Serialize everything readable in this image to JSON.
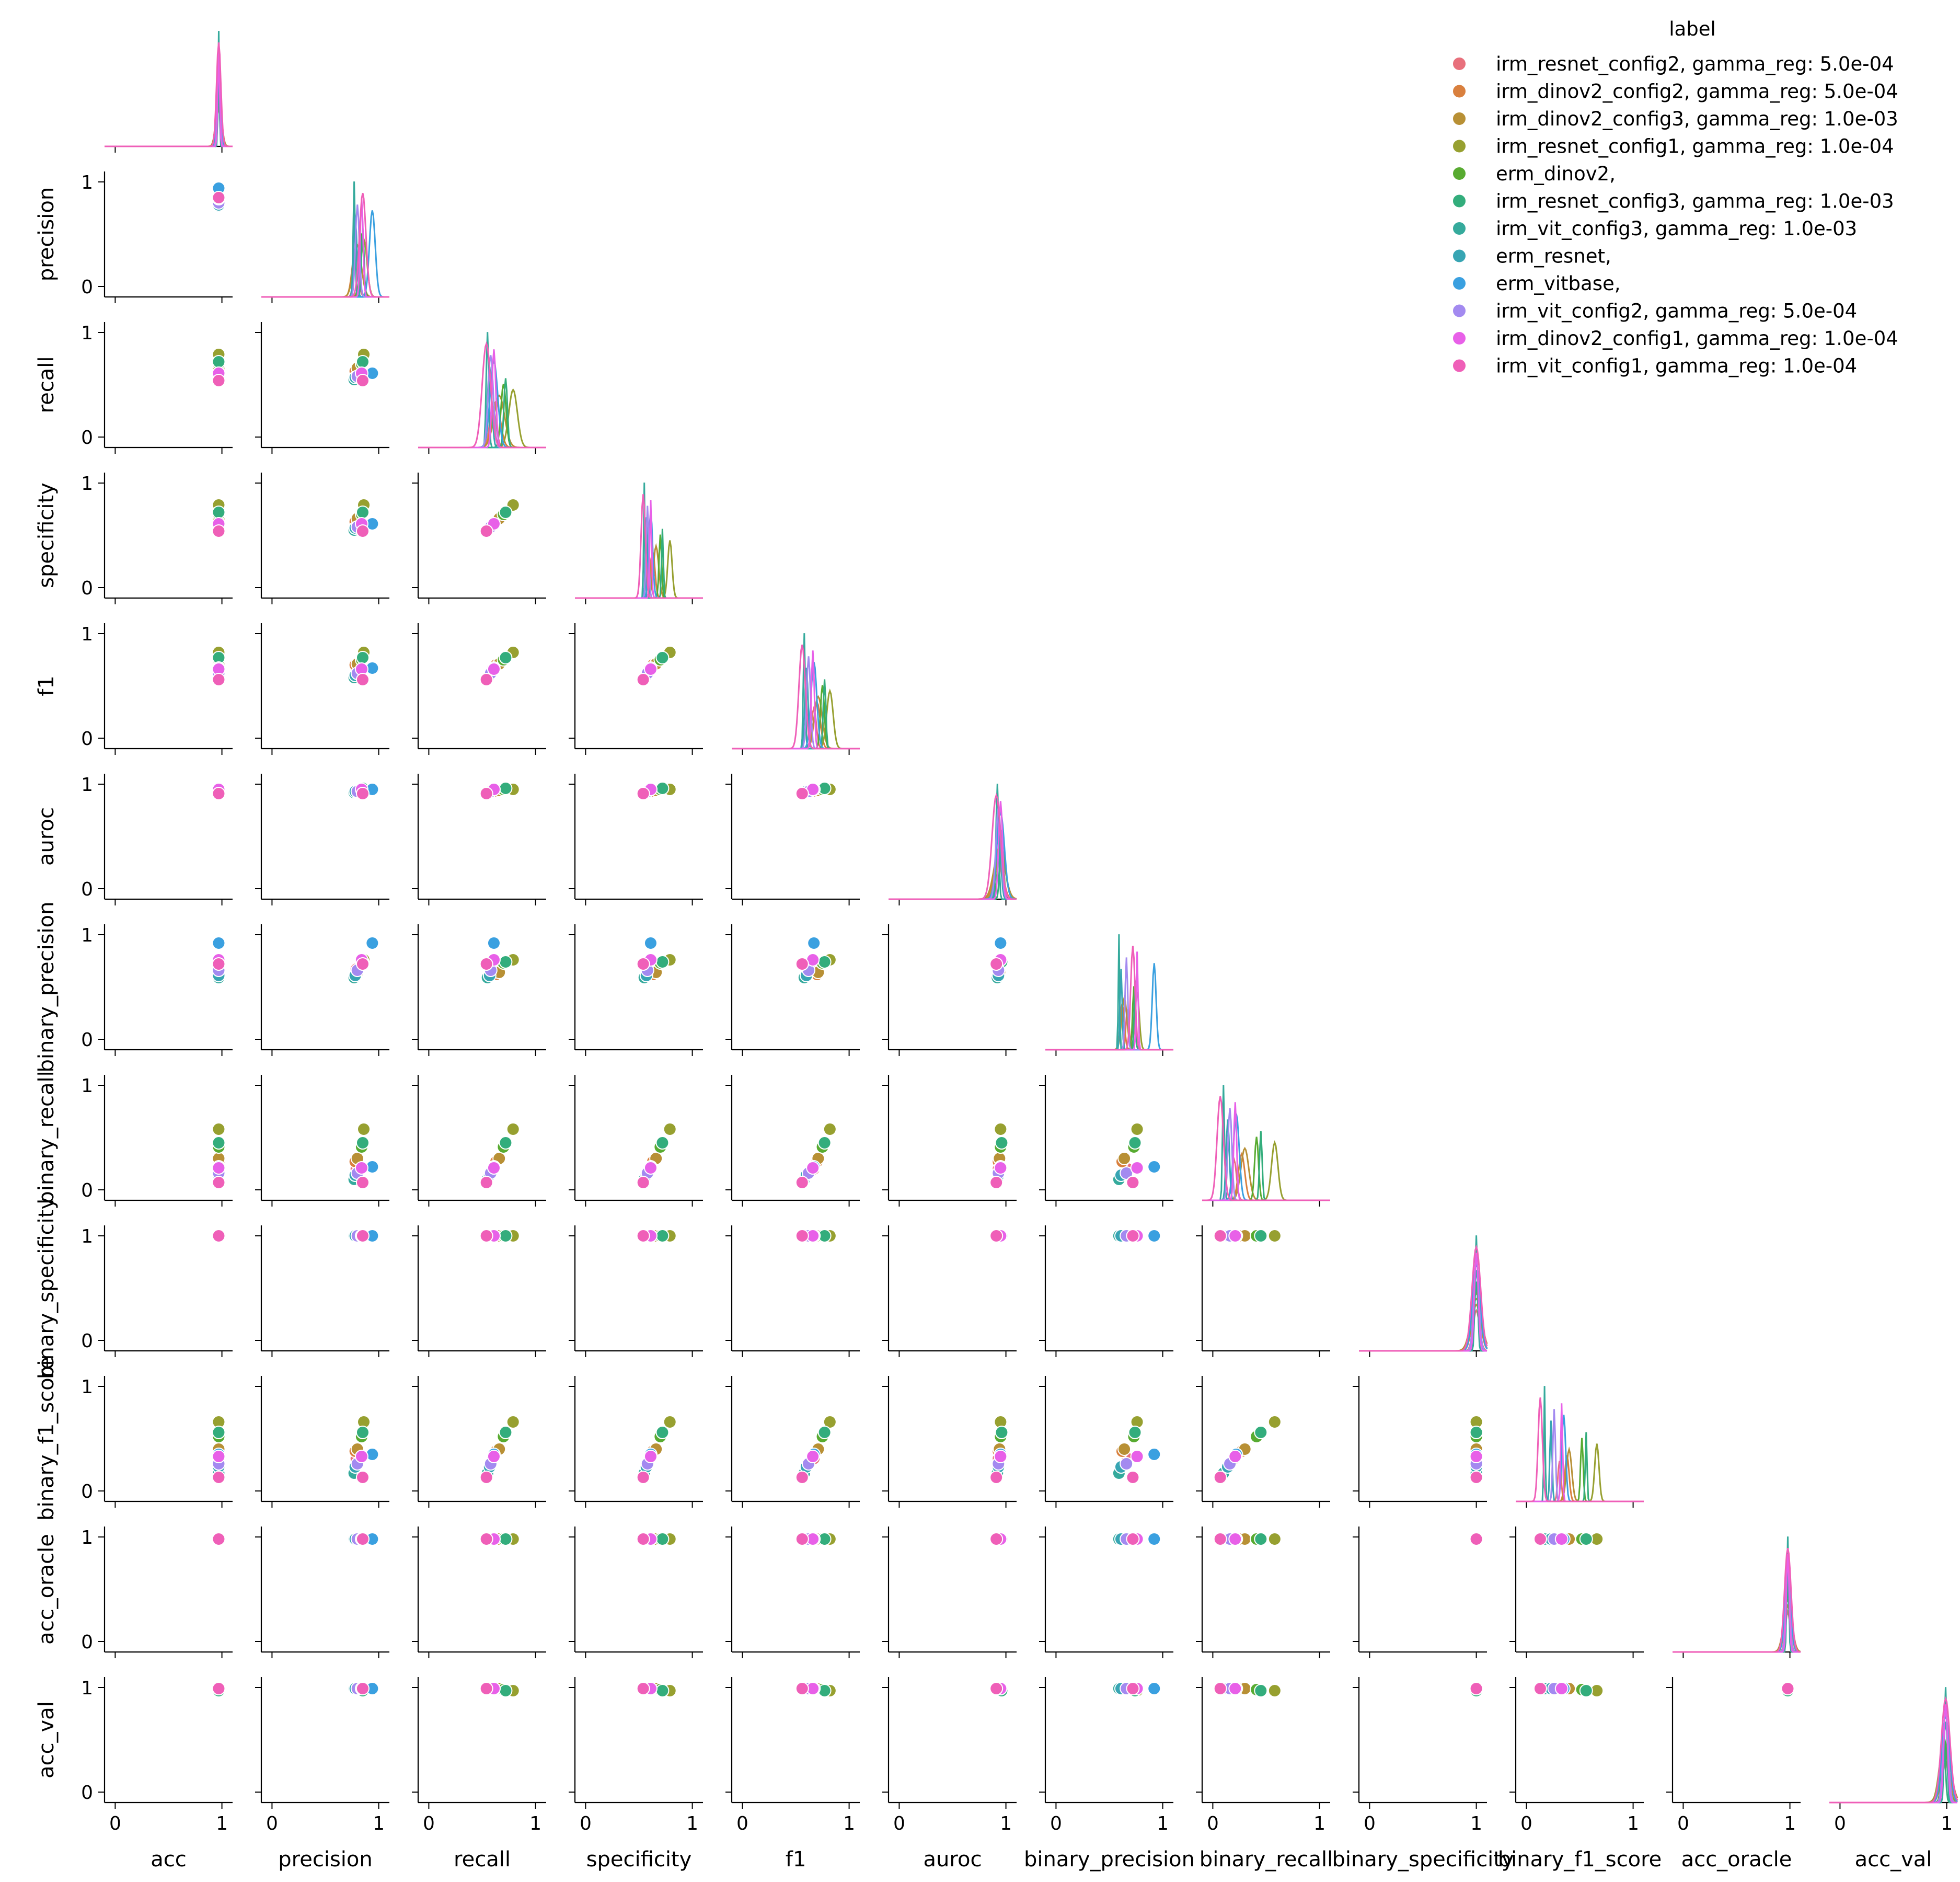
{
  "chart_data": {
    "type": "scatter",
    "variables": [
      "acc",
      "precision",
      "recall",
      "specificity",
      "f1",
      "auroc",
      "binary_precision",
      "binary_recall",
      "binary_specificity",
      "binary_f1_score",
      "acc_oracle",
      "acc_val"
    ],
    "ticks": [
      0,
      1
    ],
    "xlim": [
      -0.1,
      1.1
    ],
    "ylim": [
      -0.1,
      1.1
    ],
    "legend": {
      "title": "label",
      "placement": "top-right",
      "entries": [
        {
          "label": "irm_resnet_config2, gamma_reg: 5.0e-04",
          "color": "#e8707c"
        },
        {
          "label": "irm_dinov2_config2, gamma_reg: 5.0e-04",
          "color": "#d9803e"
        },
        {
          "label": "irm_dinov2_config3, gamma_reg: 1.0e-03",
          "color": "#b89035"
        },
        {
          "label": "irm_resnet_config1, gamma_reg: 1.0e-04",
          "color": "#97a030"
        },
        {
          "label": "erm_dinov2,",
          "color": "#58ab31"
        },
        {
          "label": "irm_resnet_config3, gamma_reg: 1.0e-03",
          "color": "#33ad7c"
        },
        {
          "label": "irm_vit_config3, gamma_reg: 1.0e-03",
          "color": "#35aa9c"
        },
        {
          "label": "erm_resnet,",
          "color": "#37a5b3"
        },
        {
          "label": "erm_vitbase,",
          "color": "#3aa0e0"
        },
        {
          "label": "irm_vit_config2, gamma_reg: 5.0e-04",
          "color": "#a38af0"
        },
        {
          "label": "irm_dinov2_config1, gamma_reg: 1.0e-04",
          "color": "#e860e8"
        },
        {
          "label": "irm_vit_config1, gamma_reg: 1.0e-04",
          "color": "#ef5fb8"
        }
      ]
    },
    "series": [
      {
        "name": "irm_resnet_config2, gamma_reg: 5.0e-04",
        "values": [
          0.97,
          0.79,
          0.6,
          0.6,
          0.67,
          0.93,
          0.67,
          0.2,
          1.0,
          0.31,
          0.98,
          0.99
        ]
      },
      {
        "name": "irm_dinov2_config2, gamma_reg: 5.0e-04",
        "values": [
          0.97,
          0.78,
          0.63,
          0.63,
          0.7,
          0.93,
          0.62,
          0.27,
          1.0,
          0.38,
          0.98,
          0.99
        ]
      },
      {
        "name": "irm_dinov2_config3, gamma_reg: 1.0e-03",
        "values": [
          0.97,
          0.8,
          0.66,
          0.66,
          0.71,
          0.94,
          0.64,
          0.3,
          1.0,
          0.4,
          0.98,
          0.99
        ]
      },
      {
        "name": "irm_resnet_config1, gamma_reg: 1.0e-04",
        "values": [
          0.97,
          0.86,
          0.79,
          0.79,
          0.82,
          0.95,
          0.76,
          0.58,
          1.0,
          0.66,
          0.98,
          0.97
        ]
      },
      {
        "name": "erm_dinov2,",
        "values": [
          0.97,
          0.84,
          0.7,
          0.7,
          0.75,
          0.95,
          0.73,
          0.41,
          1.0,
          0.52,
          0.98,
          0.98
        ]
      },
      {
        "name": "irm_resnet_config3, gamma_reg: 1.0e-03",
        "values": [
          0.97,
          0.85,
          0.72,
          0.72,
          0.77,
          0.96,
          0.74,
          0.45,
          1.0,
          0.56,
          0.98,
          0.97
        ]
      },
      {
        "name": "irm_vit_config3, gamma_reg: 1.0e-03",
        "values": [
          0.97,
          0.77,
          0.55,
          0.55,
          0.58,
          0.92,
          0.59,
          0.1,
          1.0,
          0.17,
          0.98,
          0.99
        ]
      },
      {
        "name": "erm_resnet,",
        "values": [
          0.97,
          0.78,
          0.57,
          0.57,
          0.6,
          0.93,
          0.61,
          0.14,
          1.0,
          0.23,
          0.98,
          0.99
        ]
      },
      {
        "name": "erm_vitbase,",
        "values": [
          0.97,
          0.94,
          0.61,
          0.61,
          0.67,
          0.95,
          0.92,
          0.22,
          1.0,
          0.35,
          0.98,
          0.99
        ]
      },
      {
        "name": "irm_vit_config2, gamma_reg: 5.0e-04",
        "values": [
          0.97,
          0.8,
          0.58,
          0.58,
          0.62,
          0.93,
          0.66,
          0.16,
          1.0,
          0.26,
          0.98,
          0.99
        ]
      },
      {
        "name": "irm_dinov2_config1, gamma_reg: 1.0e-04",
        "values": [
          0.97,
          0.84,
          0.61,
          0.61,
          0.66,
          0.95,
          0.76,
          0.21,
          1.0,
          0.33,
          0.98,
          0.99
        ]
      },
      {
        "name": "irm_vit_config1, gamma_reg: 1.0e-04",
        "values": [
          0.97,
          0.85,
          0.54,
          0.54,
          0.56,
          0.91,
          0.72,
          0.07,
          1.0,
          0.13,
          0.98,
          0.99
        ]
      }
    ]
  }
}
